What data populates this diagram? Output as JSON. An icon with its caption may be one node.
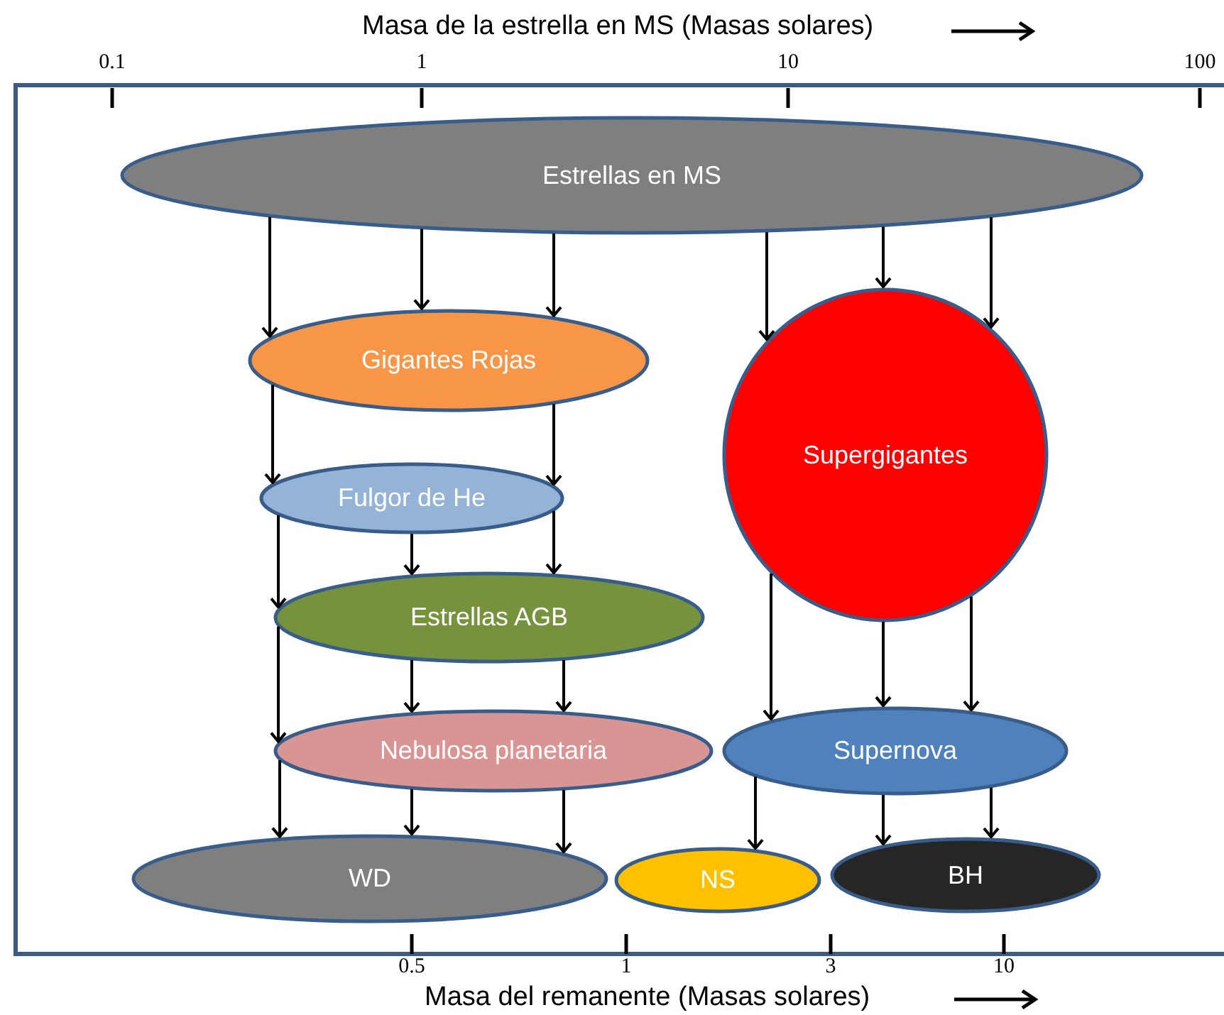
{
  "diagram": {
    "nodes": [
      {
        "text": [
          "Estrellas en MS"
        ]
      },
      {
        "text": [
          "Gigantes Rojas"
        ]
      },
      {
        "text": [
          "Supergigantes"
        ]
      },
      {
        "text": [
          "Fulgor de He"
        ]
      },
      {
        "text": [
          "Estrellas AGB"
        ]
      },
      {
        "text": [
          "Nebulosa planetaria"
        ]
      },
      {
        "text": [
          "Supernova"
        ]
      },
      {
        "text": [
          "WD"
        ]
      },
      {
        "text": [
          "NS"
        ]
      },
      {
        "text": [
          "BH"
        ]
      }
    ],
    "edges": [
      {
        "from": 0,
        "to": 1,
        "arrow": "to"
      },
      {
        "from": 0,
        "to": 1,
        "arrow": "to"
      },
      {
        "from": 0,
        "to": 1,
        "arrow": "to"
      },
      {
        "from": 0,
        "to": 2,
        "arrow": "to"
      },
      {
        "from": 0,
        "to": 2,
        "arrow": "to"
      },
      {
        "from": 0,
        "to": 2,
        "arrow": "to"
      },
      {
        "from": 1,
        "to": 3,
        "arrow": "to"
      },
      {
        "from": 1,
        "to": 3,
        "arrow": "to"
      },
      {
        "from": 3,
        "to": 4,
        "arrow": "to"
      },
      {
        "from": 3,
        "to": 4,
        "arrow": "to"
      },
      {
        "from": 3,
        "to": 4,
        "arrow": "to"
      },
      {
        "from": 4,
        "to": 5,
        "arrow": "to"
      },
      {
        "from": 4,
        "to": 5,
        "arrow": "to"
      },
      {
        "from": 4,
        "to": 5,
        "arrow": "to"
      },
      {
        "from": 5,
        "to": 7,
        "arrow": "to"
      },
      {
        "from": 5,
        "to": 7,
        "arrow": "to"
      },
      {
        "from": 5,
        "to": 7,
        "arrow": "to"
      },
      {
        "from": 2,
        "to": 6,
        "arrow": "to"
      },
      {
        "from": 2,
        "to": 6,
        "arrow": "to"
      },
      {
        "from": 2,
        "to": 6,
        "arrow": "to"
      },
      {
        "from": 6,
        "to": 8,
        "arrow": "to"
      },
      {
        "from": 6,
        "to": 9,
        "arrow": "to"
      },
      {
        "from": 6,
        "to": 9,
        "arrow": "to"
      }
    ],
    "labels": [
      "Masa de la estrella en MS (Masas solares)",
      "0.1",
      "1",
      "10",
      "100",
      "0.5",
      "1",
      "3",
      "10",
      "Masa del remanente (Masas solares)"
    ]
  }
}
